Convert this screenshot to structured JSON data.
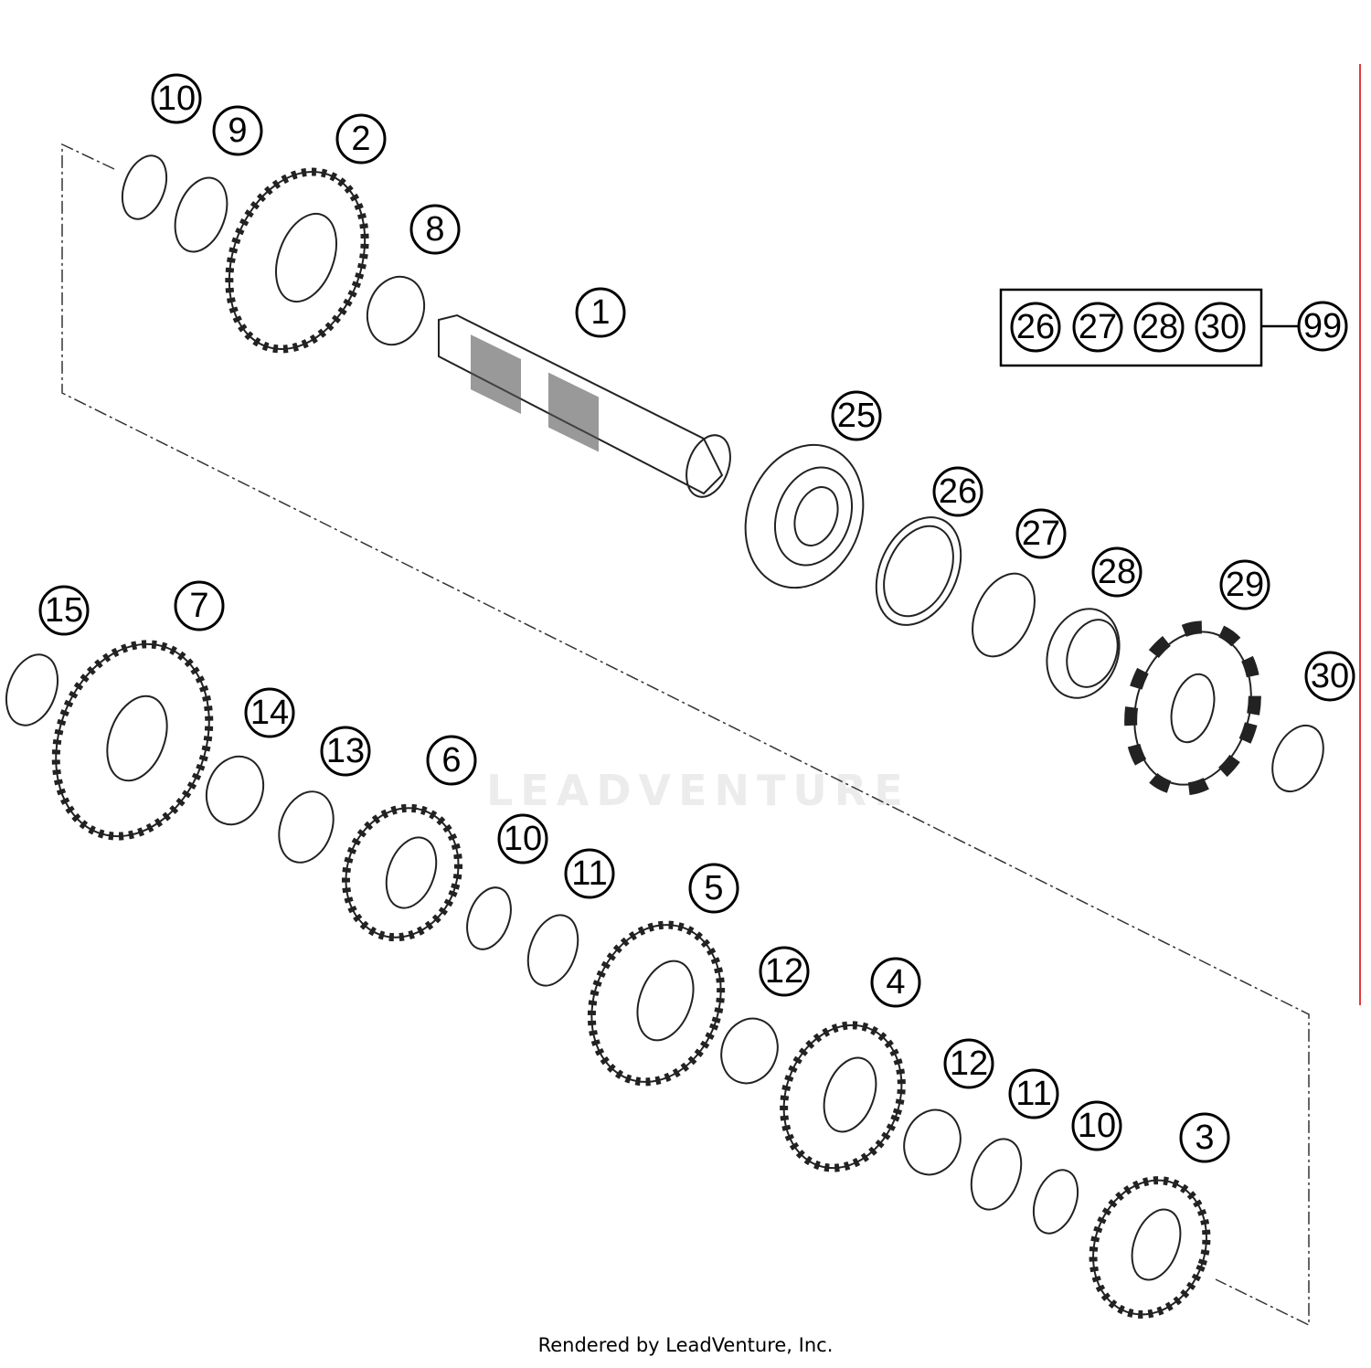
{
  "diagram": {
    "callouts": [
      "10",
      "9",
      "2",
      "8",
      "1",
      "25",
      "26",
      "27",
      "28",
      "29",
      "30",
      "15",
      "7",
      "14",
      "13",
      "6",
      "10",
      "11",
      "5",
      "12",
      "4",
      "12",
      "11",
      "10",
      "3"
    ],
    "kit": {
      "items": [
        "26",
        "27",
        "28",
        "30"
      ],
      "kit_number": "99"
    },
    "watermark": "LEADVENTURE",
    "footer": "Rendered by LeadVenture, Inc.",
    "colors": {
      "line": "#000000",
      "margin_line": "#e23a3a",
      "watermark": "#ececec"
    }
  }
}
